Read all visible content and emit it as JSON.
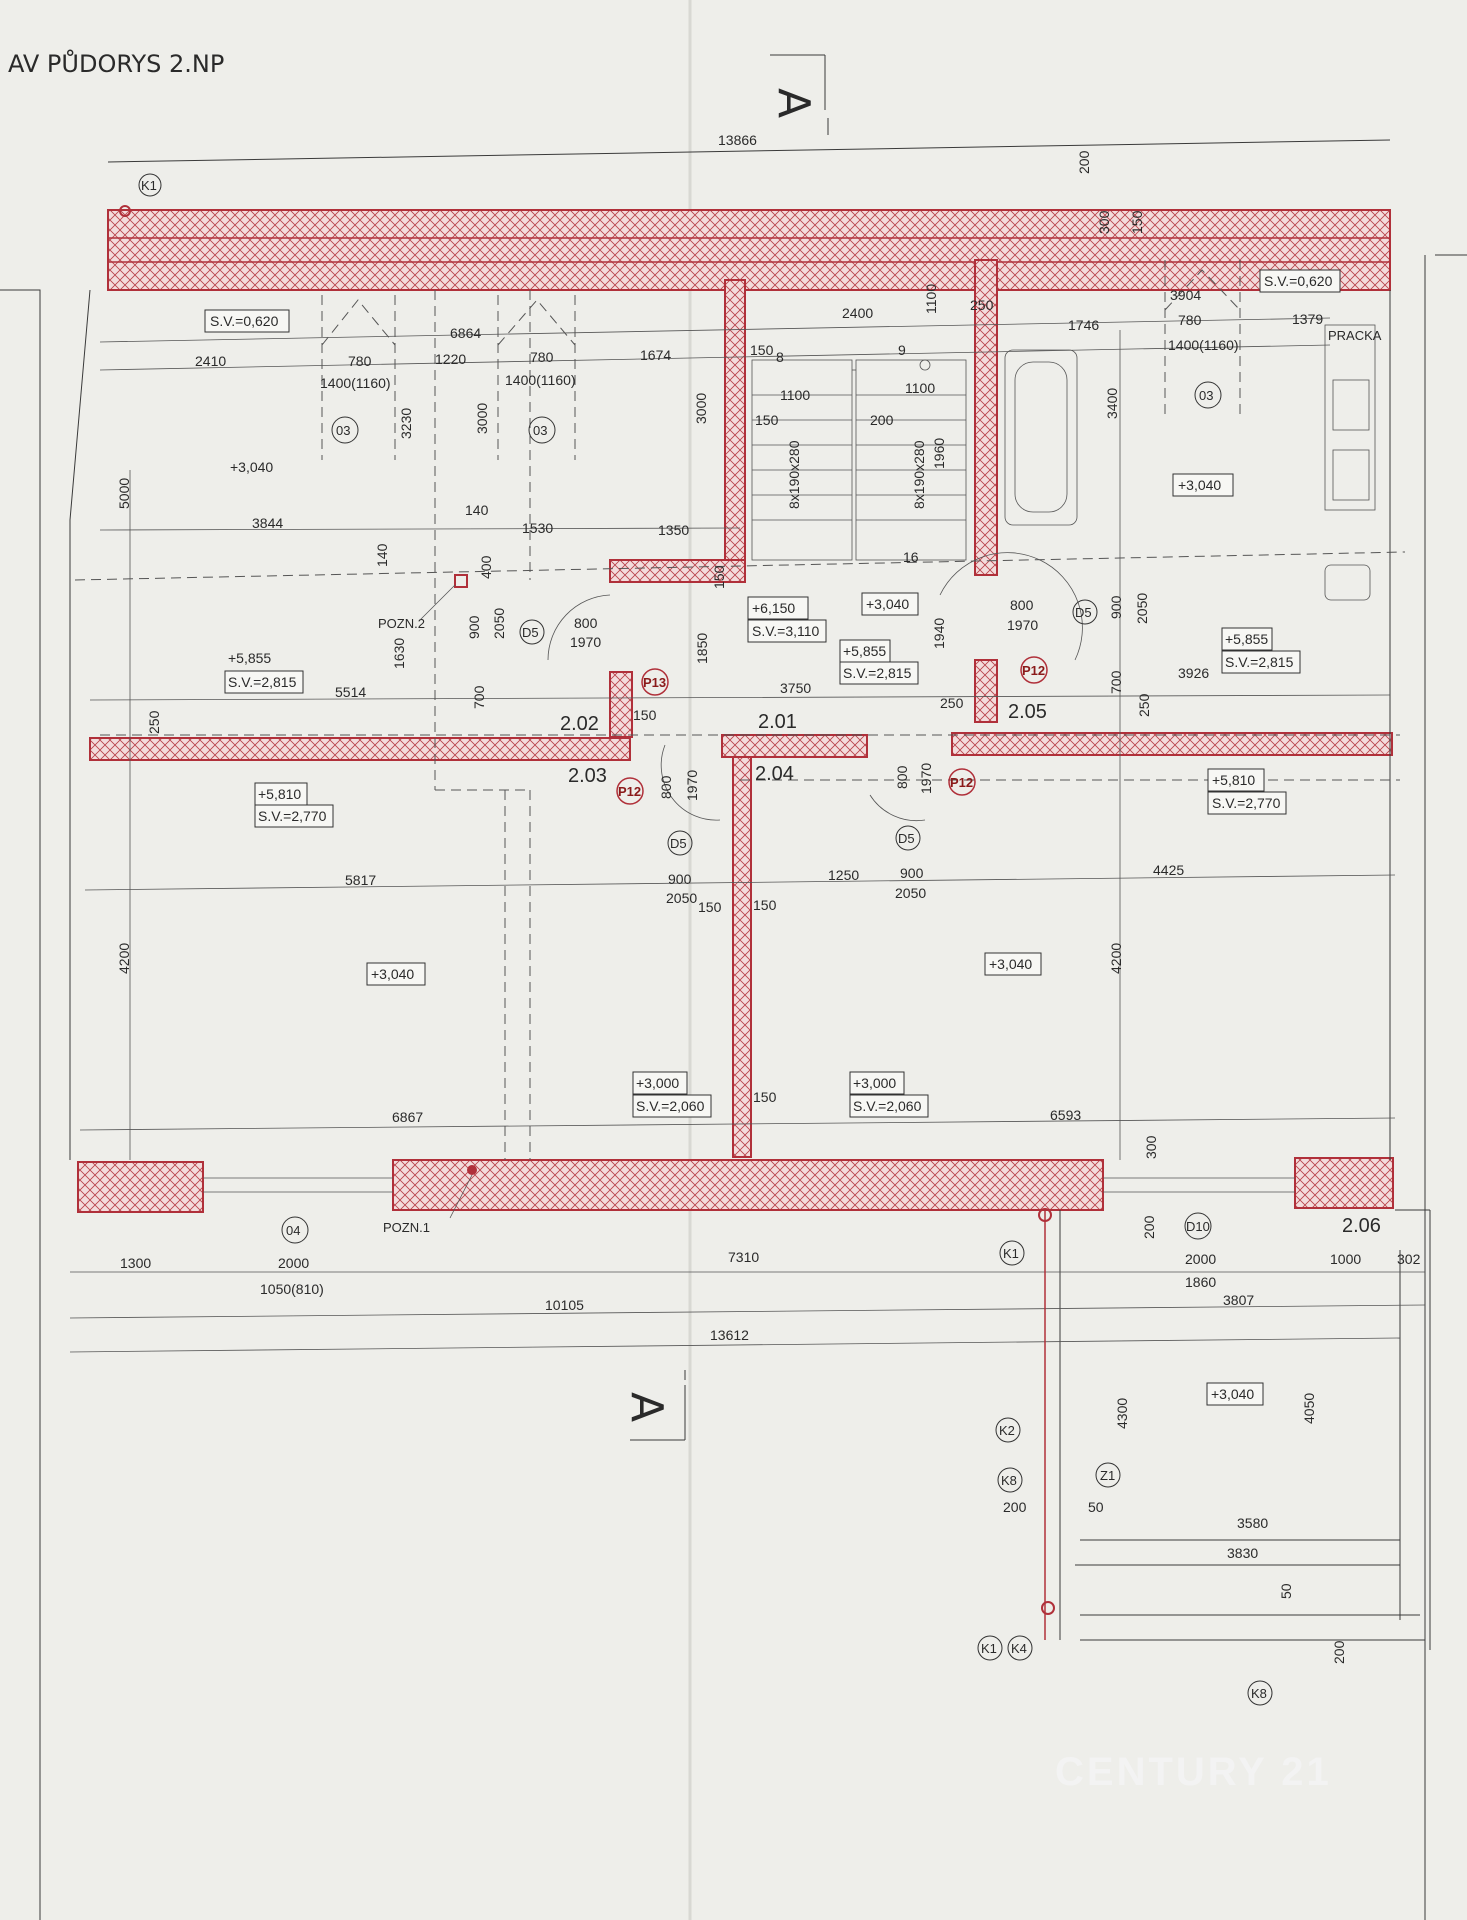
{
  "title": "AV PŮDORYS 2.NP",
  "watermark": "CENTURY 21",
  "colors": {
    "wall": "#b0303a",
    "line": "#333333",
    "paper": "#eeeeea"
  },
  "section_marks": [
    "A",
    "A"
  ],
  "rooms": {
    "r202": "2.02",
    "r201": "2.01",
    "r205": "2.05",
    "r203": "2.03",
    "r204": "2.04",
    "r206": "2.06"
  },
  "levels": {
    "l1": "S.V.=0,620",
    "l2": "S.V.=0,620",
    "l3": "+3,040",
    "l4": "+3,040",
    "l5": "+5,855",
    "l6": "S.V.=2,815",
    "l7": "+6,150",
    "l8": "S.V.=3,110",
    "l9": "+3,040",
    "l10": "+5,855",
    "l11": "S.V.=2,815",
    "l12": "+5,855",
    "l13": "S.V.=2,815",
    "l14": "+5,810",
    "l15": "S.V.=2,770",
    "l16": "+5,810",
    "l17": "S.V.=2,770",
    "l18": "+3,040",
    "l19": "+3,040",
    "l20": "+3,000",
    "l21": "S.V.=2,060",
    "l22": "+3,000",
    "l23": "S.V.=2,060",
    "l24": "+3,040"
  },
  "dims": {
    "d13866": "13866",
    "d200a": "200",
    "d300a": "300",
    "d150a": "150",
    "d6864": "6864",
    "d2410": "2410",
    "d780a": "780",
    "d1220": "1220",
    "d780b": "780",
    "d1674": "1674",
    "d1400a": "1400(1160)",
    "d1400b": "1400(1160)",
    "d1400c": "1400(1160)",
    "d2400": "2400",
    "d1100a": "1100",
    "d250a": "250",
    "d3904": "3904",
    "d1746": "1746",
    "d780c": "780",
    "d1379": "1379",
    "d150b": "150",
    "d8": "8",
    "d9": "9",
    "d1100b": "1100",
    "d1100c": "1100",
    "d150c": "150",
    "d200b": "200",
    "d1960": "1960",
    "stair1": "8x190x280",
    "stair2": "8x190x280",
    "d3000a": "3000",
    "d3000b": "3000",
    "d3230": "3230",
    "d3400": "3400",
    "d5000": "5000",
    "d3844": "3844",
    "d140a": "140",
    "d1530": "1530",
    "d1350": "1350",
    "d16": "16",
    "d140b": "140",
    "d400": "400",
    "d900a": "900",
    "d2050a": "2050",
    "d1630": "1630",
    "d700a": "700",
    "d800a": "800",
    "d1970a": "1970",
    "d150d": "150",
    "d1850": "1850",
    "d1940": "1940",
    "d800b": "800",
    "d1970b": "1970",
    "d900b": "900",
    "d2050b": "2050",
    "d700b": "700",
    "d250b": "250",
    "d5514": "5514",
    "d3750": "3750",
    "d3926": "3926",
    "d250c": "250",
    "d150e": "150",
    "d250d": "250",
    "d800c": "800",
    "d1970c": "1970",
    "d800d": "800",
    "d1970d": "1970",
    "d5817": "5817",
    "d900c": "900",
    "d2050c": "2050",
    "d150f": "150",
    "d150g": "150",
    "d1250": "1250",
    "d900d": "900",
    "d2050d": "2050",
    "d4425": "4425",
    "d4200a": "4200",
    "d4200b": "4200",
    "d6867": "6867",
    "d150h": "150",
    "d6593": "6593",
    "d300b": "300",
    "d200c": "200",
    "d1300": "1300",
    "d2000a": "2000",
    "d1050": "1050(810)",
    "d7310": "7310",
    "d2000b": "2000",
    "d1860": "1860",
    "d1000": "1000",
    "d302": "302",
    "d10105": "10105",
    "d3807": "3807",
    "d13612": "13612",
    "d4300": "4300",
    "d4050": "4050",
    "d200d": "200",
    "d50a": "50",
    "d3580": "3580",
    "d3830": "3830",
    "d50b": "50",
    "d200e": "200"
  },
  "tags": {
    "k1a": "K1",
    "k1b": "K1",
    "k1c": "K1",
    "k2": "K2",
    "k8a": "K8",
    "k4": "K4",
    "k8b": "K8",
    "o3a": "03",
    "o3b": "03",
    "o3c": "03",
    "o4": "04",
    "d5a": "D5",
    "d5b": "D5",
    "d5c": "D5",
    "d5d": "D5",
    "d10": "D10",
    "z1": "Z1",
    "p13": "P13",
    "p12a": "P12",
    "p12b": "P12",
    "p12c": "P12",
    "pozn1": "POZN.1",
    "pozn2": "POZN.2",
    "pracka": "PRACKA"
  }
}
